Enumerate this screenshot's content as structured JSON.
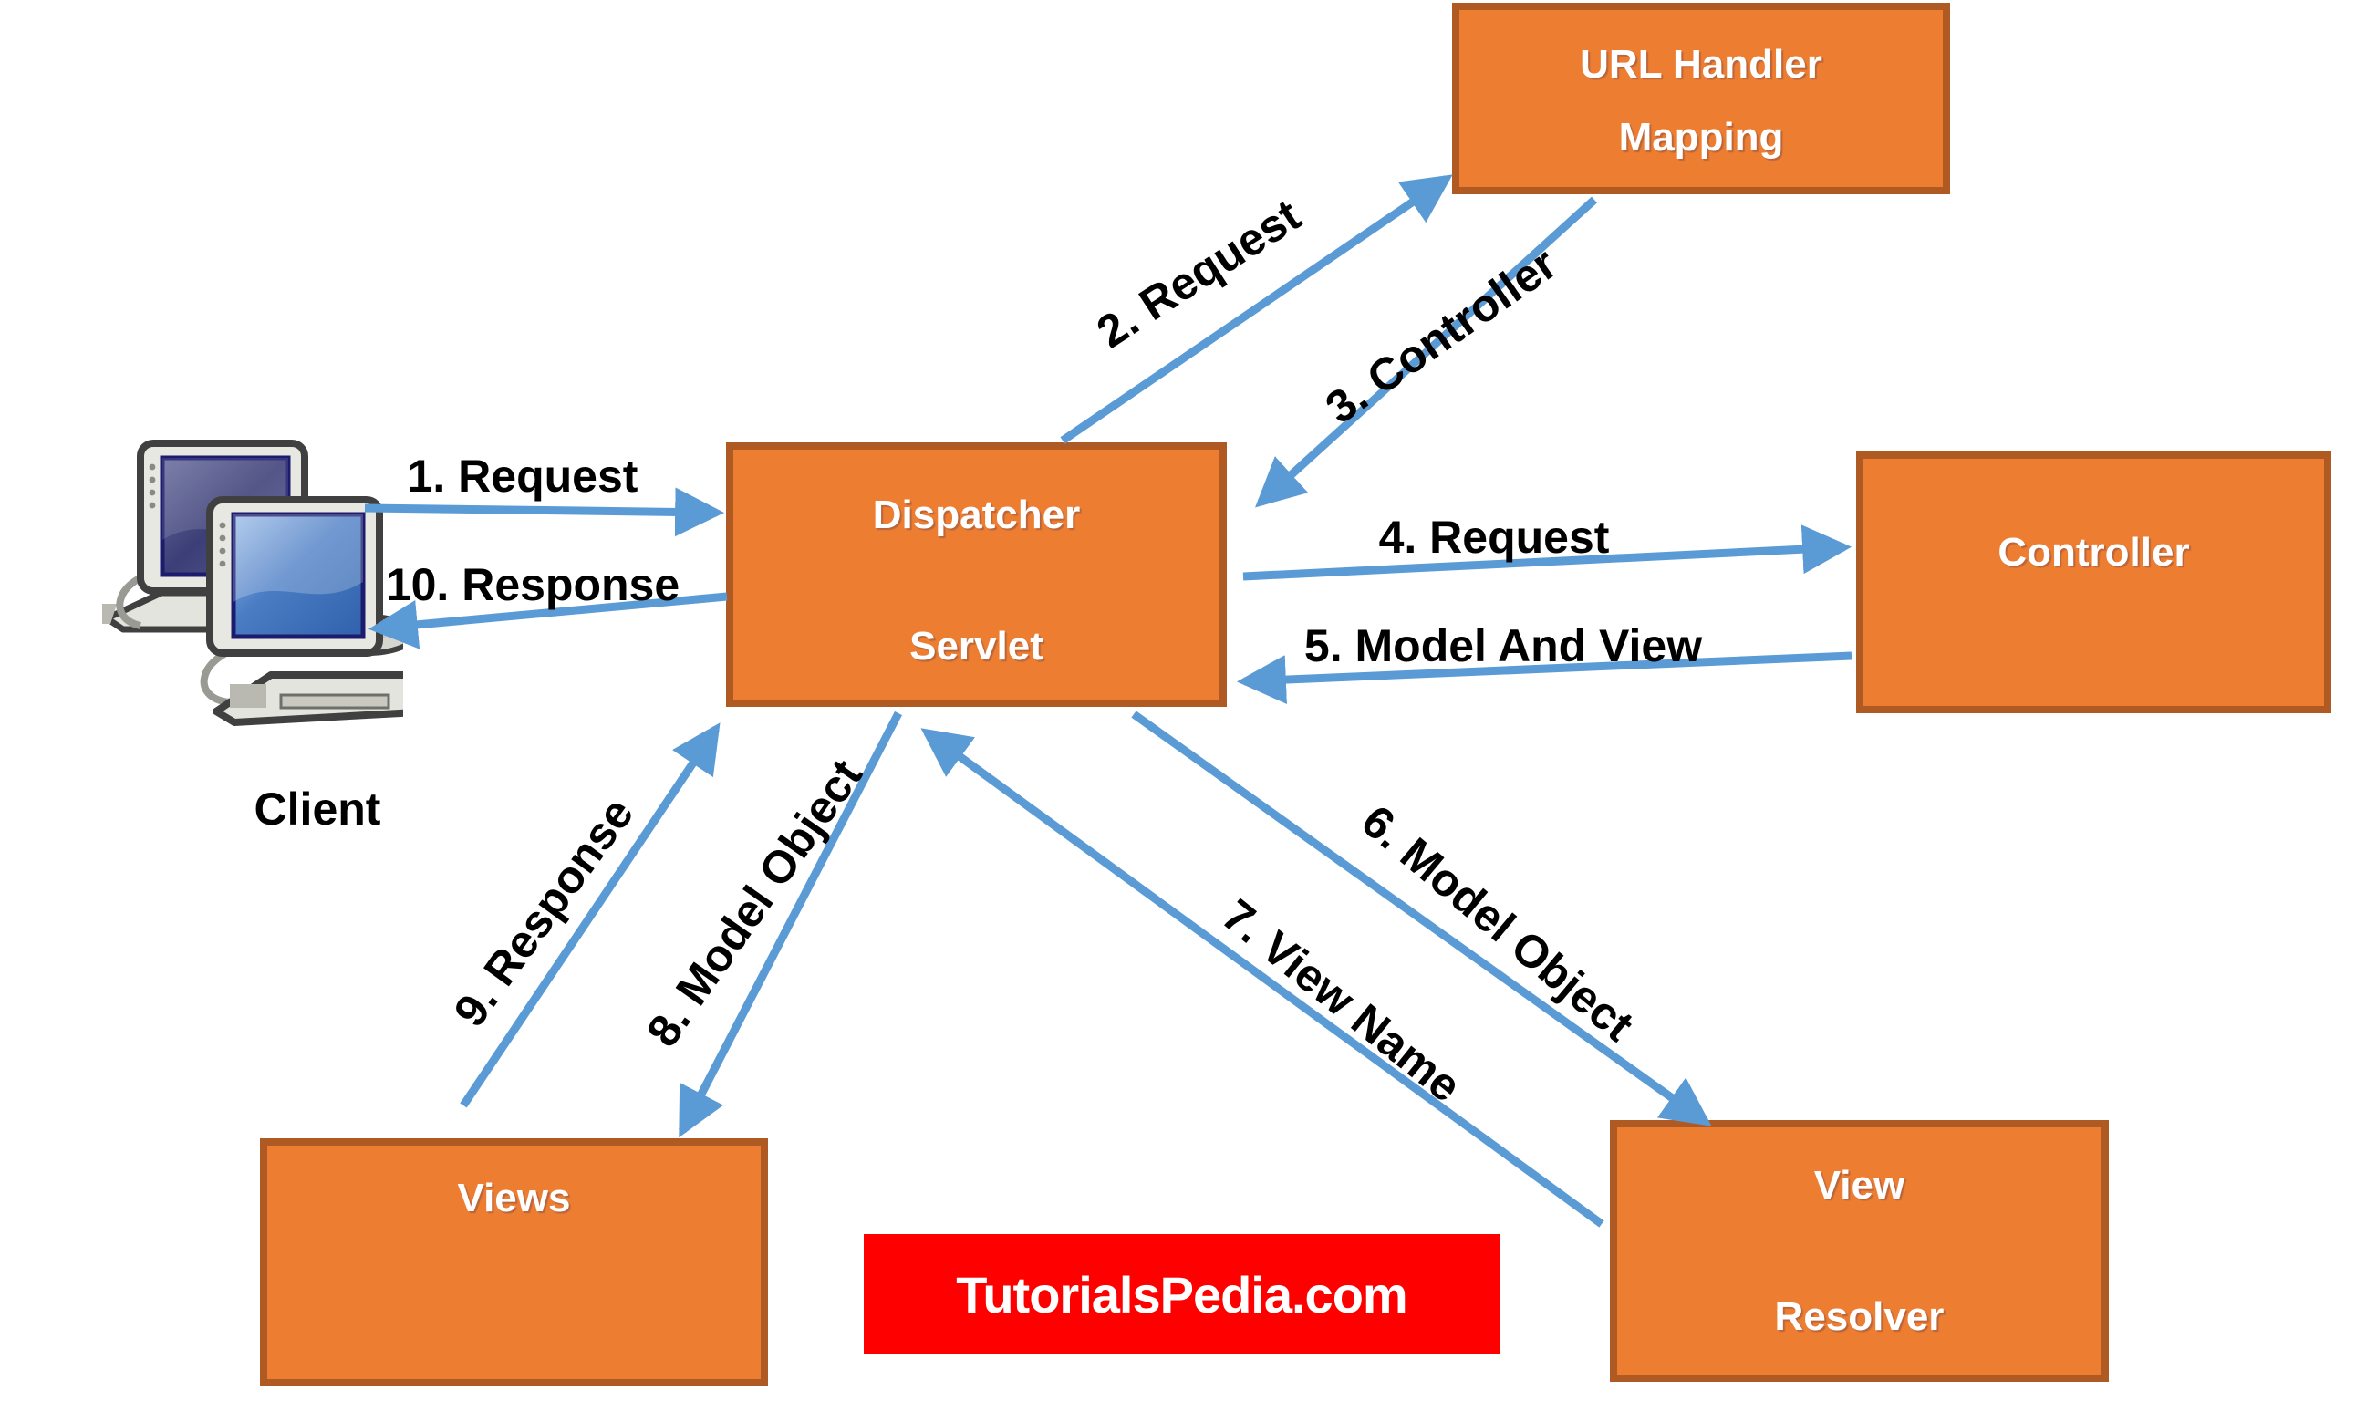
{
  "colors": {
    "box_fill": "#ED7D31",
    "box_border": "#AF5A22",
    "arrow_blue": "#5B9BD5",
    "banner_red": "#FE0000",
    "label_black": "#000000",
    "box_text": "#FFFFFF",
    "background": "#FFFFFF"
  },
  "client": {
    "label": "Client"
  },
  "boxes": {
    "url_handler_mapping": {
      "line1": "URL Handler",
      "line2": "Mapping"
    },
    "dispatcher_servlet": {
      "line1": "Dispatcher",
      "line2": "Servlet"
    },
    "controller": {
      "line1": "Controller"
    },
    "views": {
      "line1": "Views"
    },
    "view_resolver": {
      "line1": "View",
      "line2": "Resolver"
    }
  },
  "arrows": {
    "step1": "1. Request",
    "step2": "2. Request",
    "step3": "3. Controller",
    "step4": "4. Request",
    "step5": "5. Model And View",
    "step6": "6. Model Object",
    "step7": "7. View Name",
    "step8": "8. Model Object",
    "step9": "9. Response",
    "step10": "10. Response"
  },
  "banner": {
    "text": "TutorialsPedia.com"
  }
}
